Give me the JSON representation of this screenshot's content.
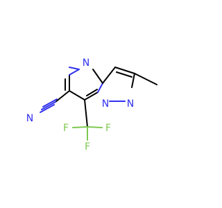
{
  "molecule": {
    "colors": {
      "carbon_bond": "#000000",
      "nitrogen": "#3030ee",
      "fluorine": "#7ec850"
    },
    "labels": {
      "n_top": "N",
      "n_bridge": "N",
      "n_pyrazole": "N",
      "n_nitrile": "N",
      "f_left": "F",
      "f_right": "F",
      "f_bottom": "F"
    }
  }
}
